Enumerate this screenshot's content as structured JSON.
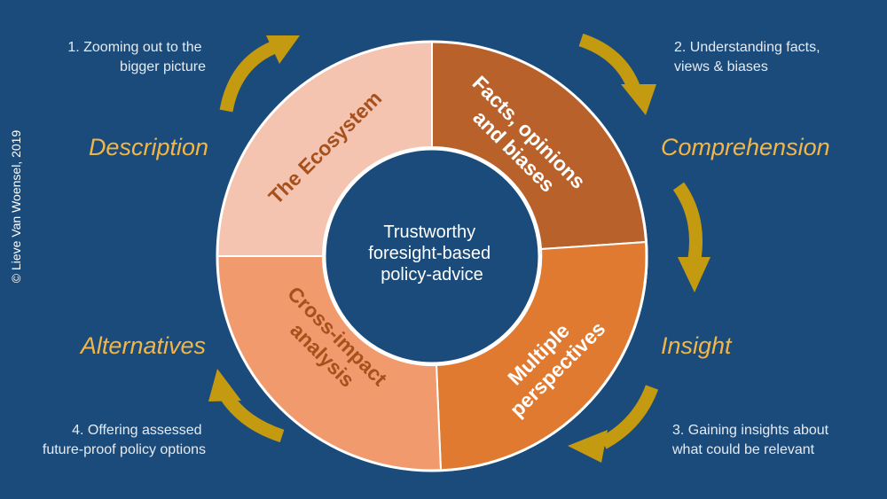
{
  "copyright": "© Lieve Van Woensel, 2019",
  "center": {
    "lines": [
      "Trustworthy",
      "foresight-based",
      "policy-advice"
    ]
  },
  "segments": [
    {
      "id": "ecosystem",
      "lines": [
        "The Ecosystem"
      ],
      "fill": "#f4c4b1",
      "text_color": "#a6501c"
    },
    {
      "id": "facts",
      "lines": [
        "Facts, opinions",
        "and biases"
      ],
      "fill": "#b9612b",
      "text_color": "#ffffff"
    },
    {
      "id": "perspectives",
      "lines": [
        "Multiple",
        "perspectives"
      ],
      "fill": "#e07a30",
      "text_color": "#ffffff"
    },
    {
      "id": "cross-impact",
      "lines": [
        "Cross-impact",
        "analysis"
      ],
      "fill": "#f09a6e",
      "text_color": "#a6501c"
    }
  ],
  "phases": {
    "description": "Description",
    "comprehension": "Comprehension",
    "insight": "Insight",
    "alternatives": "Alternatives"
  },
  "notes": {
    "step1": [
      "1. Zooming out to the",
      "bigger picture"
    ],
    "step2": [
      "2. Understanding facts,",
      "views & biases"
    ],
    "step3": [
      "3. Gaining insights about",
      "what could be relevant"
    ],
    "step4": [
      "4. Offering assessed",
      "future-proof policy options"
    ]
  },
  "colors": {
    "background": "#1b4b7a",
    "arrow": "#c49a10",
    "phase_text": "#f0b64a",
    "ring_stroke": "#ffffff",
    "center_fill": "#1b4b7a"
  }
}
